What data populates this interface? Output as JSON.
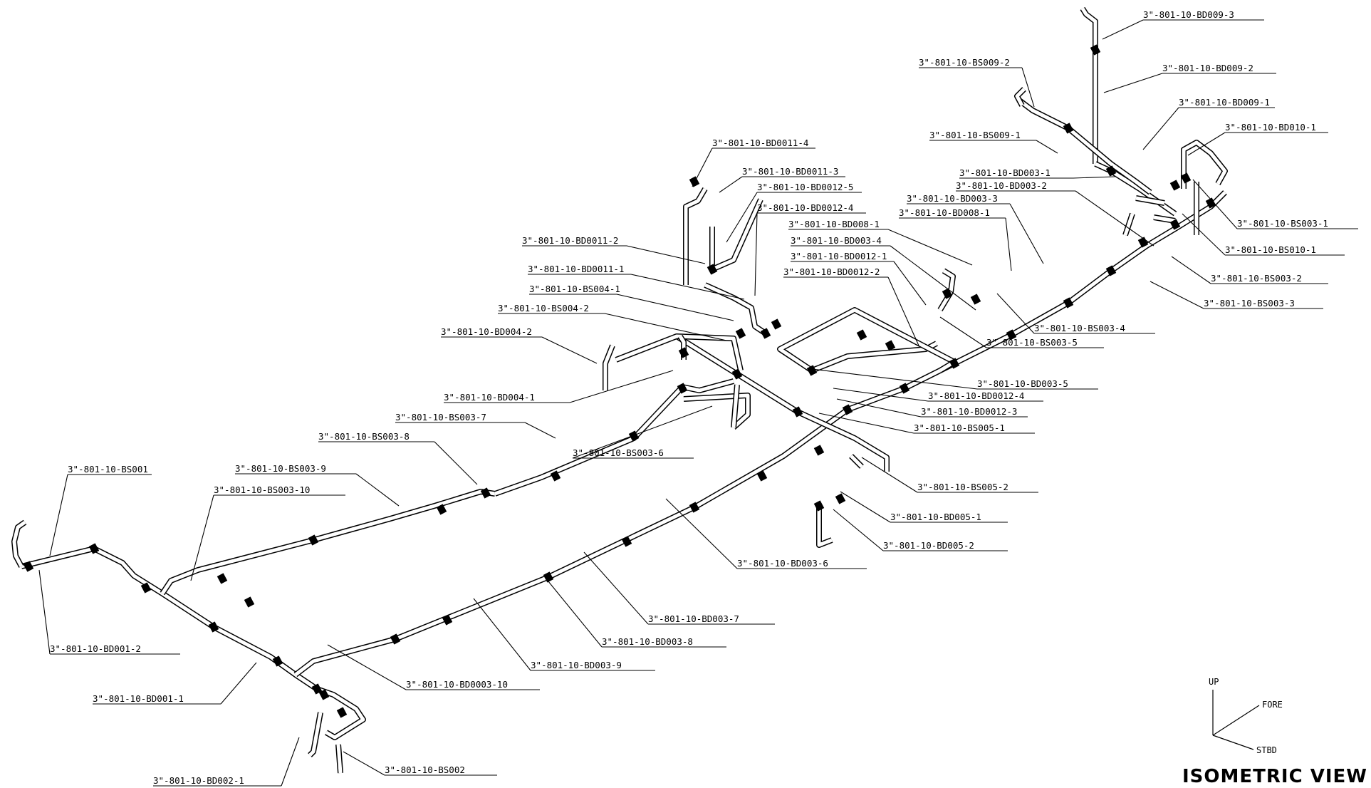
{
  "title": "ISOMETRIC VIEW",
  "orientation": {
    "up": "UP",
    "fore": "FORE",
    "stbd": "STBD"
  },
  "callouts": [
    "3\"-801-10-BD009-3",
    "3\"-801-10-BS009-2",
    "3\"-801-10-BD009-2",
    "3\"-801-10-BD009-1",
    "3\"-801-10-BD010-1",
    "3\"-801-10-BS009-1",
    "3\"-801-10-BD0011-4",
    "3\"-801-10-BD0011-3",
    "3\"-801-10-BD0012-5",
    "3\"-801-10-BD003-1",
    "3\"-801-10-BD003-2",
    "3\"-801-10-BD003-3",
    "3\"-801-10-BD0012-4",
    "3\"-801-10-BD008-1",
    "3\"-801-10-BD008-1",
    "3\"-801-10-BS003-1",
    "3\"-801-10-BD003-4",
    "3\"-801-10-BD0011-2",
    "3\"-801-10-BD0012-1",
    "3\"-801-10-BS010-1",
    "3\"-801-10-BD0011-1",
    "3\"-801-10-BD0012-2",
    "3\"-801-10-BS003-2",
    "3\"-801-10-BS004-1",
    "3\"-801-10-BS003-3",
    "3\"-801-10-BS004-2",
    "3\"-801-10-BS003-4",
    "3\"-801-10-BD004-2",
    "3\"-801-10-BS003-5",
    "3\"-801-10-BD003-5",
    "3\"-801-10-BD0012-4",
    "3\"-801-10-BD004-1",
    "3\"-801-10-BD0012-3",
    "3\"-801-10-BS003-7",
    "3\"-801-10-BS005-1",
    "3\"-801-10-BS003-8",
    "3\"-801-10-BS003-6",
    "3\"-801-10-BS001",
    "3\"-801-10-BS003-9",
    "3\"-801-10-BS005-2",
    "3\"-801-10-BS003-10",
    "3\"-801-10-BD005-1",
    "3\"-801-10-BD005-2",
    "3\"-801-10-BD003-6",
    "3\"-801-10-BD003-7",
    "3\"-801-10-BD001-2",
    "3\"-801-10-BD003-8",
    "3\"-801-10-BD003-9",
    "3\"-801-10-BD0003-10",
    "3\"-801-10-BD001-1",
    "3\"-801-10-BD002-1",
    "3\"-801-10-BS002"
  ]
}
